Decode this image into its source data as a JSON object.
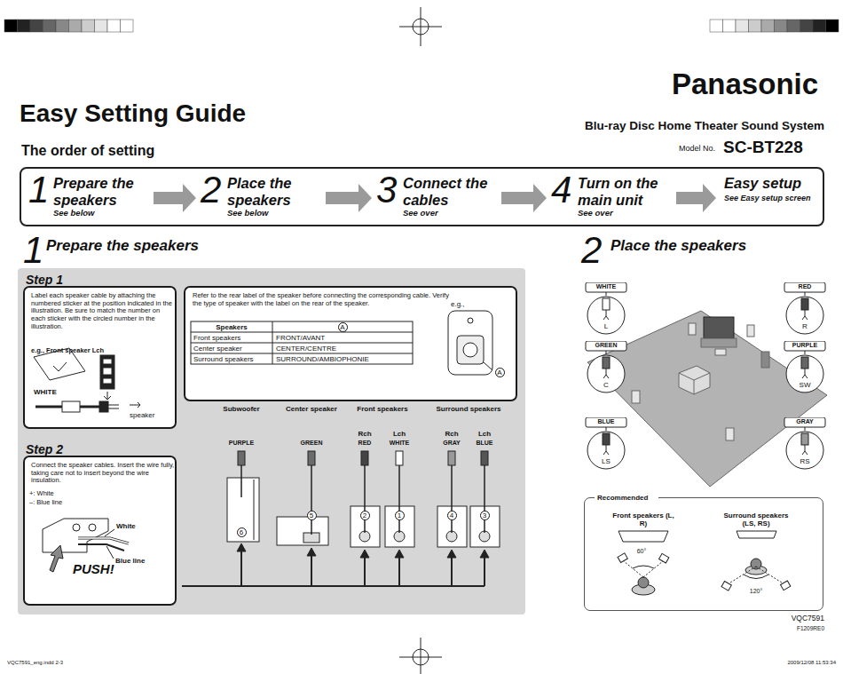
{
  "diagram": {
    "title": "Easy Setting Guide",
    "nodes": [
      {
        "text": [
          "The order of setting"
        ]
      },
      {
        "text": [
          "1",
          "Prepare the speakers",
          "See below"
        ],
        "in": 0
      },
      {
        "text": [
          "2",
          "Place the speakers",
          "See below"
        ],
        "in": 0
      },
      {
        "text": [
          "3",
          "Connect the cables",
          "See over"
        ],
        "in": 0
      },
      {
        "text": [
          "4",
          "Turn on the main unit",
          "See over"
        ],
        "in": 0
      },
      {
        "text": [
          "Easy setup",
          "See Easy setup screen"
        ],
        "in": 0
      },
      {
        "text": [
          "1",
          "Prepare the speakers"
        ]
      },
      {
        "text": [
          "Step 1",
          "Label each speaker cable by attaching the numbered sticker at the position indicated in the illustration. Be sure to match the number on each sticker with the circled number in the illustration.",
          "e.g., Front speaker Lch"
        ],
        "in": 6
      },
      {
        "text": [
          "Refer to the rear label of the speaker before connecting the corresponding cable. Verify the type of speaker with the label on the rear of the speaker."
        ],
        "in": 6
      },
      {
        "text": [
          "Step 2",
          "Connect the speaker cables. Insert the wire fully, taking care not to insert beyond the wire insulation."
        ],
        "in": 6
      },
      {
        "text": [
          "WHITE",
          "L"
        ]
      },
      {
        "text": [
          "RED",
          "R"
        ]
      },
      {
        "text": [
          "GREEN",
          "C"
        ]
      },
      {
        "text": [
          "PURPLE",
          "SW"
        ]
      },
      {
        "text": [
          "BLUE",
          "LS"
        ]
      },
      {
        "text": [
          "GRAY",
          "RS"
        ]
      },
      {
        "text": [
          "Recommended"
        ]
      }
    ],
    "edges": [
      {
        "from": 1,
        "to": 2,
        "arrow": "to"
      },
      {
        "from": 2,
        "to": 3,
        "arrow": "to"
      },
      {
        "from": 3,
        "to": 4,
        "arrow": "to"
      },
      {
        "from": 4,
        "to": 5,
        "arrow": "to"
      }
    ],
    "labels": [
      "Panasonic",
      "Blu-ray Disc Home Theater Sound System",
      "Model No.",
      "SC-BT228",
      "WHITE",
      "speaker",
      "Speakers",
      "A",
      "Front speakers",
      "FRONT/AVANT",
      "Center speaker",
      "CENTER/CENTRE",
      "Surround speakers",
      "SURROUND/AMBIOPHONIE",
      "e.g.,",
      "A",
      "+: White",
      "–: Blue line",
      "White",
      "Blue line",
      "PUSH!",
      "Subwoofer",
      "Center speaker",
      "Front speakers",
      "Surround speakers",
      "Rch",
      "Lch",
      "Rch",
      "Lch",
      "PURPLE",
      "GREEN",
      "RED",
      "WHITE",
      "GRAY",
      "BLUE",
      "6",
      "5",
      "2",
      "1",
      "4",
      "3",
      "Front speakers (L, R)",
      "60°",
      "Surround speakers (LS, RS)",
      "120°",
      "VQC7591",
      "F1209RE0",
      "VQC7591_eng.indd 2-3",
      "2009/12/08 11:53:34",
      "2",
      "Place the speakers"
    ]
  }
}
